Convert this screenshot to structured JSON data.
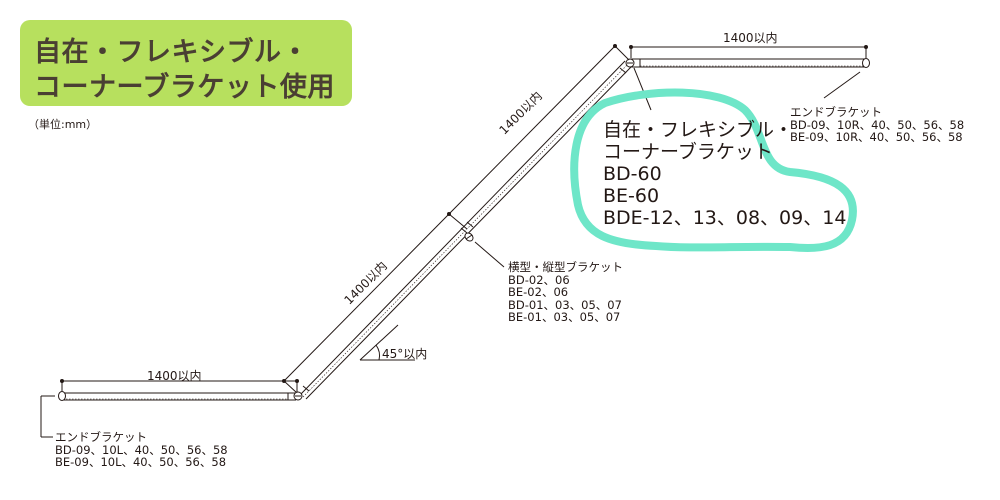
{
  "title": {
    "line1": "自在・フレキシブル・",
    "line2": "コーナーブラケット使用",
    "background_color": "#b7e05e",
    "text_color": "#4a3f33"
  },
  "unit_note": "（単位:mm）",
  "dimensions": {
    "top_right_horizontal": "1400以内",
    "upper_diagonal": "1400以内",
    "lower_diagonal": "1400以内",
    "bottom_left_horizontal": "1400以内",
    "angle": "45°以内"
  },
  "highlight_callout": {
    "outline_color": "#6ee6c8",
    "lines": [
      "自在・フレキシブル・",
      "コーナーブラケット",
      "BD-60",
      "BE-60",
      "BDE-12、13、08、09、14"
    ]
  },
  "labels": {
    "end_bracket_right": {
      "heading": "エンドブラケット",
      "lines": [
        "BD-09、10R、40、50、56、58",
        "BE-09、10R、40、50、56、58"
      ]
    },
    "mid_bracket": {
      "heading": "横型・縦型ブラケット",
      "lines": [
        "BD-02、06",
        "BE-02、06",
        "BD-01、03、05、07",
        "BE-01、03、05、07"
      ]
    },
    "end_bracket_left": {
      "heading": "エンドブラケット",
      "lines": [
        "BD-09、10L、40、50、56、58",
        "BE-09、10L、40、50、56、58"
      ]
    }
  }
}
